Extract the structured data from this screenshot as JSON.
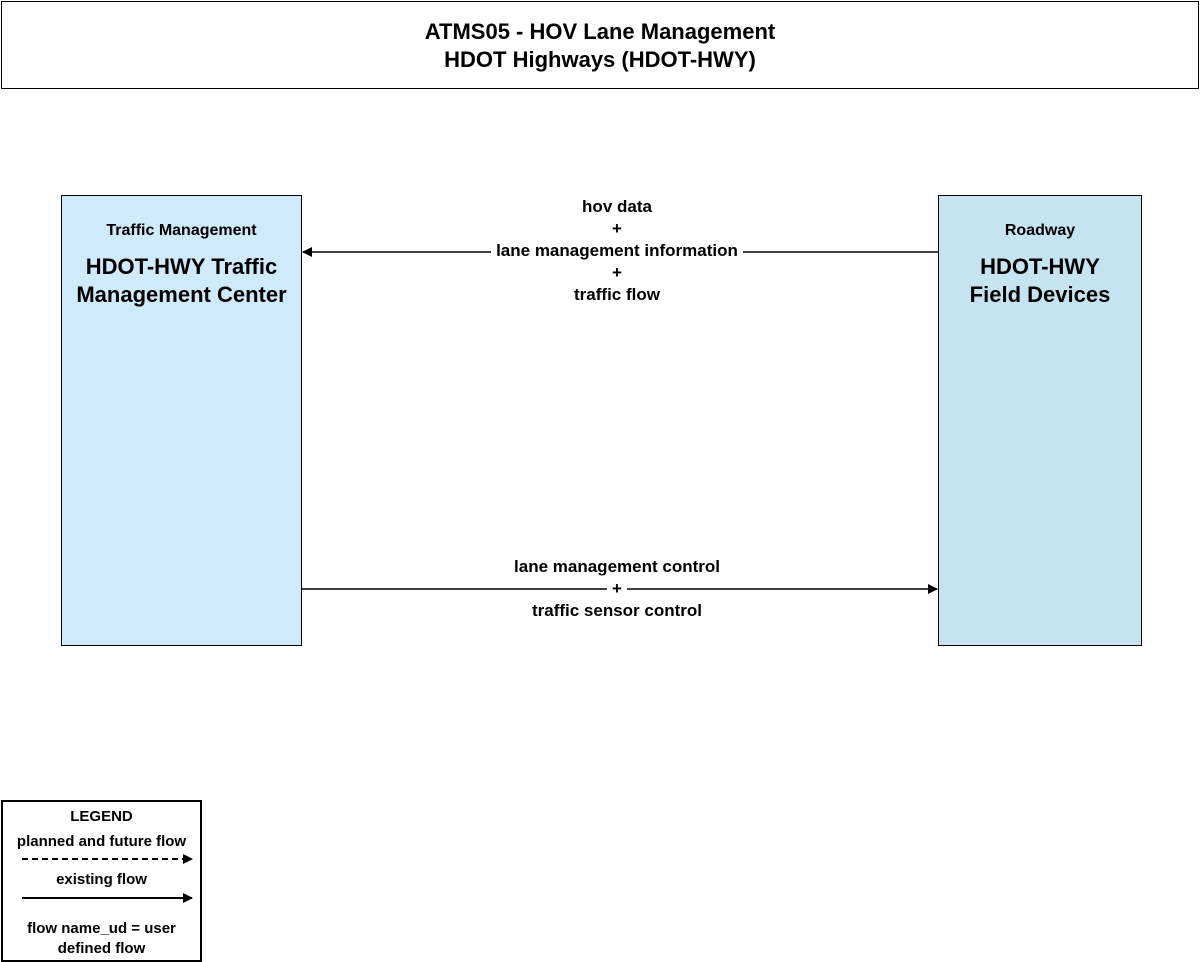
{
  "title": {
    "line1": "ATMS05 - HOV Lane Management",
    "line2": "HDOT Highways (HDOT-HWY)"
  },
  "entities": {
    "left": {
      "category": "Traffic Management",
      "name_line1": "HDOT-HWY Traffic",
      "name_line2": "Management Center",
      "fill": "#cfeafa"
    },
    "right": {
      "category": "Roadway",
      "name_line1": "HDOT-HWY",
      "name_line2": "Field Devices",
      "fill": "#c5e4f0"
    }
  },
  "flows": {
    "top": {
      "line1": "hov data",
      "plus1": "+",
      "line2": "lane management information",
      "plus2": "+",
      "line3": "traffic flow",
      "status": "existing"
    },
    "bottom": {
      "line1": "lane management control",
      "plus1": "+",
      "line2": "traffic sensor control",
      "status": "existing"
    }
  },
  "legend": {
    "title": "LEGEND",
    "planned": "planned and future flow",
    "existing": "existing flow",
    "user_defined": "flow name_ud = user defined flow"
  }
}
